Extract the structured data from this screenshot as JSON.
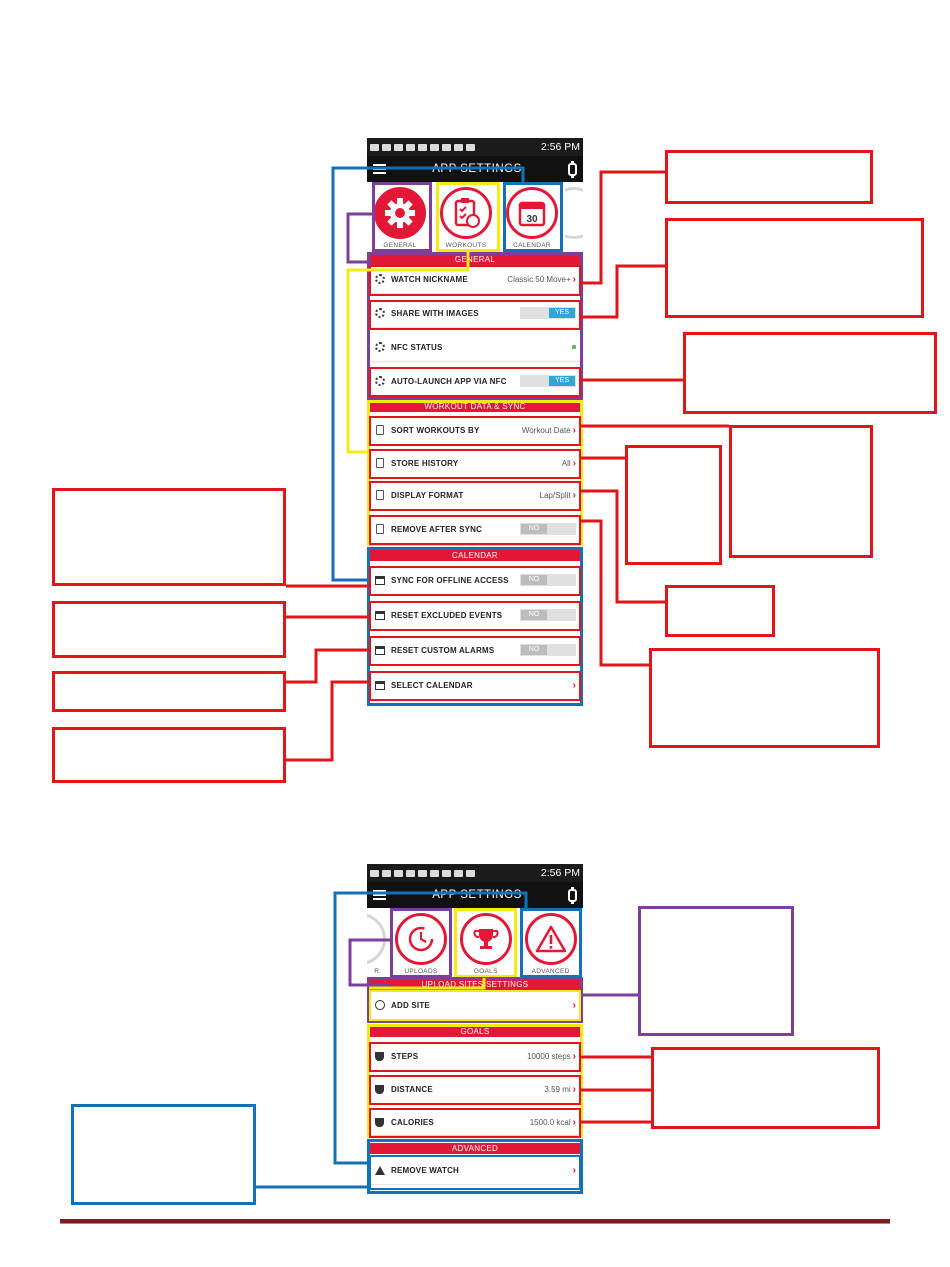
{
  "phone1": {
    "status_time": "2:56 PM",
    "title": "APP SETTINGS",
    "tabs": [
      {
        "label": "GENERAL",
        "icon": "gear-icon"
      },
      {
        "label": "WORKOUTS",
        "icon": "clipboard-icon"
      },
      {
        "label": "CALENDAR",
        "icon": "calendar-icon",
        "number": "30"
      }
    ],
    "sections": {
      "general": "GENERAL",
      "workout": "WORKOUT DATA & SYNC",
      "calendar": "CALENDAR"
    },
    "rows": {
      "watch_nickname": {
        "label": "WATCH NICKNAME",
        "value": "Classic 50 Move+"
      },
      "share_images": {
        "label": "SHARE WITH IMAGES",
        "toggle": "YES"
      },
      "nfc_status": {
        "label": "NFC STATUS"
      },
      "auto_launch": {
        "label": "AUTO-LAUNCH APP VIA NFC",
        "toggle": "YES"
      },
      "sort_workouts": {
        "label": "SORT WORKOUTS BY",
        "value": "Workout Date"
      },
      "store_history": {
        "label": "STORE HISTORY",
        "value": "All"
      },
      "display_format": {
        "label": "DISPLAY FORMAT",
        "value": "Lap/Split"
      },
      "remove_after_sync": {
        "label": "REMOVE AFTER SYNC",
        "toggle": "NO"
      },
      "sync_offline": {
        "label": "SYNC FOR OFFLINE ACCESS",
        "toggle": "NO"
      },
      "reset_excluded": {
        "label": "RESET EXCLUDED EVENTS",
        "toggle": "NO"
      },
      "reset_alarms": {
        "label": "RESET CUSTOM ALARMS",
        "toggle": "NO"
      },
      "select_calendar": {
        "label": "SELECT CALENDAR"
      }
    }
  },
  "phone2": {
    "status_time": "2:56 PM",
    "title": "APP SETTINGS",
    "partial_tab_label": "R",
    "tabs": [
      {
        "label": "UPLOADS",
        "icon": "upload-clock-icon"
      },
      {
        "label": "GOALS",
        "icon": "trophy-icon"
      },
      {
        "label": "ADVANCED",
        "icon": "warning-icon"
      }
    ],
    "sections": {
      "upload": "UPLOAD SITES SETTINGS",
      "goals": "GOALS",
      "advanced": "ADVANCED"
    },
    "rows": {
      "add_site": {
        "label": "ADD SITE"
      },
      "steps": {
        "label": "STEPS",
        "value": "10000 steps"
      },
      "distance": {
        "label": "DISTANCE",
        "value": "3.59 mi"
      },
      "calories": {
        "label": "CALORIES",
        "value": "1500.0 kcal"
      },
      "remove_watch": {
        "label": "REMOVE WATCH"
      }
    }
  },
  "chevron": "›",
  "colors": {
    "brand_red": "#e31837",
    "toggle_blue": "#31a6d3",
    "annotation_red": "#e0161b",
    "annotation_blue": "#1371b5",
    "annotation_purple": "#7d3f99",
    "annotation_yellow": "#f6ea12"
  }
}
